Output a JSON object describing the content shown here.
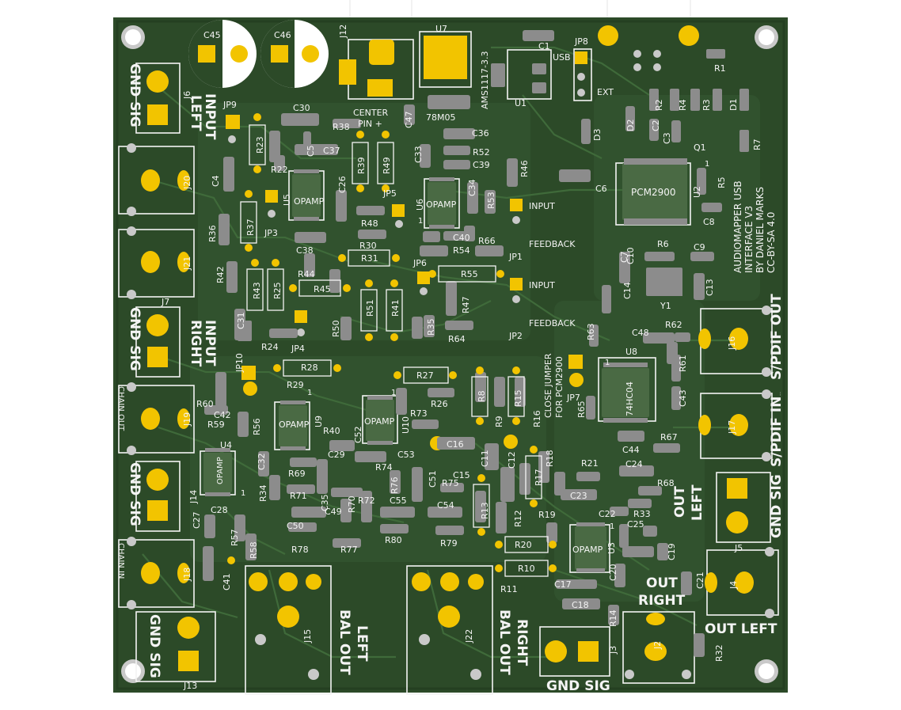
{
  "board": {
    "colors": {
      "background": "#ffffff",
      "board": "#2c4a28",
      "board_edge": "#243f21",
      "copper_pour": "#335530",
      "trace": "#3f6a3a",
      "pad_gold": "#f2c400",
      "pad_gray": "#8c8c8c",
      "silk": "#f4f4f4",
      "hole": "#ffffff",
      "hole_ring": "#c9c9c9"
    }
  },
  "silk_labels": {
    "c45": "C45",
    "c46": "C46",
    "j12": "J12",
    "u7": "U7",
    "ams": "AMS1117-3.3",
    "c1": "C1",
    "usb": "USB",
    "jp8": "JP8",
    "ext": "EXT",
    "u1": "U1",
    "r1": "R1",
    "r2": "R2",
    "r4": "R4",
    "r3": "R3",
    "d1": "D1",
    "d2": "D2",
    "d3": "D3",
    "c2": "C2",
    "c3": "C3",
    "q1": "Q1",
    "r7": "R7",
    "r5": "R5",
    "u2": "U2",
    "c8": "C8",
    "pcm2900": "PCM2900",
    "c6": "C6",
    "center_pin": "CENTER",
    "pin_plus": "PIN +",
    "c47": "C47",
    "v78m05": "78M05",
    "c36": "C36",
    "r52": "R52",
    "c39": "C39",
    "c33": "C33",
    "r46": "R46",
    "c34": "C34",
    "r53": "R53",
    "u6": "U6",
    "opamp": "OPAMP",
    "input1": "INPUT",
    "feedback1": "FEEDBACK",
    "jp1": "JP1",
    "input2": "INPUT",
    "feedback2": "FEEDBACK",
    "jp2": "JP2",
    "r66": "R66",
    "c40": "C40",
    "r54": "R54",
    "r55": "R55",
    "r47": "R47",
    "r64": "R64",
    "jp6": "JP6",
    "r35": "R35",
    "c30": "C30",
    "r38": "R38",
    "c5": "C5",
    "c37": "C37",
    "r39": "R39",
    "r49": "R49",
    "r23": "R23",
    "r22": "R22",
    "c26": "C26",
    "u5": "U5",
    "jp5": "JP5",
    "r48": "R48",
    "r30": "R30",
    "r31": "R31",
    "c38": "C38",
    "r44": "R44",
    "r45": "R45",
    "r51": "R51",
    "r41": "R41",
    "r50": "R50",
    "jp9": "JP9",
    "jp3": "JP3",
    "jp4": "JP4",
    "r37": "R37",
    "r36": "R36",
    "c4": "C4",
    "r42": "R42",
    "r43": "R43",
    "r25": "R25",
    "c31": "C31",
    "r24": "R24",
    "j6": "J6",
    "gnd_sig_1": "GND SIG",
    "input_left_a": "INPUT",
    "input_left_b": "LEFT",
    "j20": "J20",
    "j21": "J21",
    "j7": "J7",
    "gnd_sig_2": "GND SIG",
    "input_right_a": "INPUT",
    "input_right_b": "RIGHT",
    "chain_out": "CHAIN OUT",
    "j19": "J19",
    "gnd_sig_3": "GND SIG",
    "j14": "J14",
    "chain_in": "CHAIN IN",
    "j18": "J18",
    "gnd_sig_4": "GND SIG",
    "j13": "J13",
    "r28": "R28",
    "r29": "R29",
    "jp10": "JP10",
    "r60": "R60",
    "c42": "C42",
    "r59": "R59",
    "r56": "R56",
    "u4": "U4",
    "c28": "C28",
    "c27": "C27",
    "r57": "R57",
    "r58": "R58",
    "c41": "C41",
    "c32": "C32",
    "r34": "R34",
    "r69": "R69",
    "r71": "R71",
    "c35": "C35",
    "c50": "C50",
    "r78": "R78",
    "u9": "U9",
    "r40": "R40",
    "c52": "C52",
    "u10": "U10",
    "r73": "R73",
    "r27": "R27",
    "r26": "R26",
    "c29": "C29",
    "r74": "R74",
    "c53": "C53",
    "r76": "R76",
    "c51": "C51",
    "r75": "R75",
    "r70": "R70",
    "r72": "R72",
    "c49": "C49",
    "c55": "C55",
    "c54": "C54",
    "r77": "R77",
    "r80": "R80",
    "r79": "R79",
    "c16": "C16",
    "c11": "C11",
    "c12": "C12",
    "c15": "C15",
    "r8": "R8",
    "r9": "R9",
    "r15": "R15",
    "r16": "R16",
    "close_a": "CLOSE JUMPER",
    "close_b": "FOR PCM2900",
    "jp7": "JP7",
    "r65": "R65",
    "r63": "R63",
    "u8": "U8",
    "hc04": "74HC04",
    "c48": "C48",
    "r62": "R62",
    "r61": "R61",
    "c43": "C43",
    "c44": "C44",
    "r67": "R67",
    "r17": "R17",
    "r18": "R18",
    "r21": "R21",
    "c24": "C24",
    "r68": "R68",
    "r13": "R13",
    "r12": "R12",
    "c23": "C23",
    "r19": "R19",
    "c22": "C22",
    "r33": "R33",
    "c25": "C25",
    "c19": "C19",
    "r20": "R20",
    "u3": "U3",
    "r10": "R10",
    "r11": "R11",
    "c17": "C17",
    "c20": "C20",
    "c18": "C18",
    "r14": "R14",
    "c21": "C21",
    "r32": "R32",
    "j2": "J2",
    "j3": "J3",
    "j4": "J4",
    "j5": "J5",
    "j15": "J15",
    "j22": "J22",
    "j16": "J16",
    "j17": "J17",
    "c7": "C7",
    "c10": "C10",
    "r6": "R6",
    "c9": "C9",
    "c14": "C14",
    "c13": "C13",
    "y1": "Y1",
    "left_bal_a": "LEFT",
    "left_bal_b": "BAL OUT",
    "right_bal_a": "RIGHT",
    "right_bal_b": "BAL OUT",
    "gnd_sig_bottom": "GND SIG",
    "out_right_a": "OUT",
    "out_right_b": "RIGHT",
    "out_left_bottom": "OUT LEFT",
    "out_left_side_a": "OUT",
    "out_left_side_b": "LEFT",
    "gnd_sig_right": "GND SIG",
    "spdif_in": "S/PDIF IN",
    "spdif_out": "S/PDIF OUT",
    "gnd_sig_spdif": "GND SIG",
    "title_1": "AUDIOMAPPER USB",
    "title_2": "INTERFACE V3",
    "title_3": "BY DANIEL MARKS",
    "title_4": "CC-BY-SA 4.0",
    "one_a": "1",
    "one_b": "1",
    "one_c": "1",
    "one_d": "1",
    "one_e": "1",
    "one_f": "1",
    "one_g": "1"
  }
}
